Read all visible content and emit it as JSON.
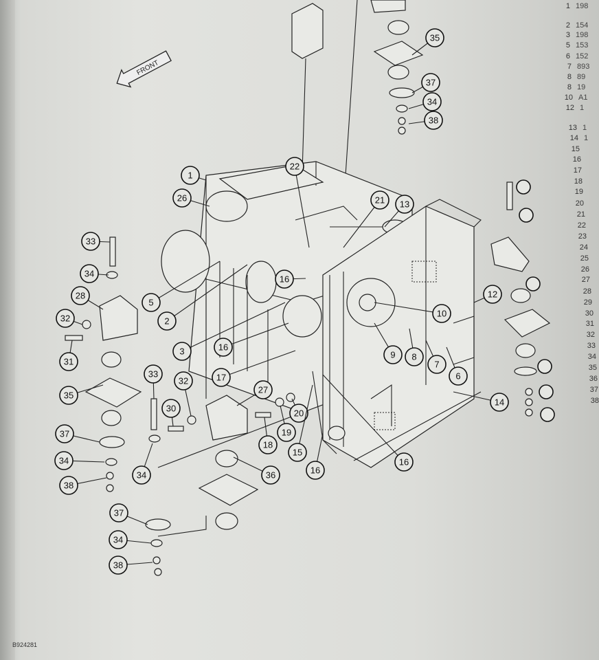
{
  "diagram": {
    "direction_label": "FRONT",
    "figure_code": "B924281",
    "callouts": [
      "1",
      "26",
      "22",
      "21",
      "13",
      "33",
      "34",
      "28",
      "5",
      "16",
      "10",
      "12",
      "2",
      "32",
      "31",
      "3",
      "16",
      "9",
      "8",
      "7",
      "6",
      "17",
      "35",
      "37",
      "34",
      "38",
      "33",
      "27",
      "14",
      "32",
      "30",
      "20",
      "35",
      "19",
      "18",
      "15",
      "16",
      "16",
      "37",
      "34",
      "34",
      "36",
      "38",
      "37",
      "34",
      "38"
    ]
  },
  "parts_list": {
    "items": [
      {
        "num": "1",
        "code": "198"
      },
      {
        "num": "2",
        "code": "154"
      },
      {
        "num": "3",
        "code": "198"
      },
      {
        "num": "5",
        "code": "153"
      },
      {
        "num": "6",
        "code": "152"
      },
      {
        "num": "7",
        "code": "893"
      },
      {
        "num": "8",
        "code": "89"
      },
      {
        "num": "8",
        "code": "19"
      },
      {
        "num": "10",
        "code": "A1"
      },
      {
        "num": "12",
        "code": "1"
      },
      {
        "num": "13",
        "code": "1"
      },
      {
        "num": "14",
        "code": "1"
      },
      {
        "num": "15",
        "code": ""
      },
      {
        "num": "16",
        "code": ""
      },
      {
        "num": "17",
        "code": ""
      },
      {
        "num": "18",
        "code": ""
      },
      {
        "num": "19",
        "code": ""
      },
      {
        "num": "20",
        "code": ""
      },
      {
        "num": "21",
        "code": ""
      },
      {
        "num": "22",
        "code": ""
      },
      {
        "num": "23",
        "code": ""
      },
      {
        "num": "24",
        "code": ""
      },
      {
        "num": "25",
        "code": ""
      },
      {
        "num": "26",
        "code": ""
      },
      {
        "num": "27",
        "code": ""
      },
      {
        "num": "28",
        "code": ""
      },
      {
        "num": "29",
        "code": ""
      },
      {
        "num": "30",
        "code": ""
      },
      {
        "num": "31",
        "code": ""
      },
      {
        "num": "32",
        "code": ""
      },
      {
        "num": "33",
        "code": ""
      },
      {
        "num": "34",
        "code": ""
      },
      {
        "num": "35",
        "code": ""
      },
      {
        "num": "36",
        "code": ""
      },
      {
        "num": "37",
        "code": ""
      },
      {
        "num": "38",
        "code": ""
      }
    ]
  }
}
